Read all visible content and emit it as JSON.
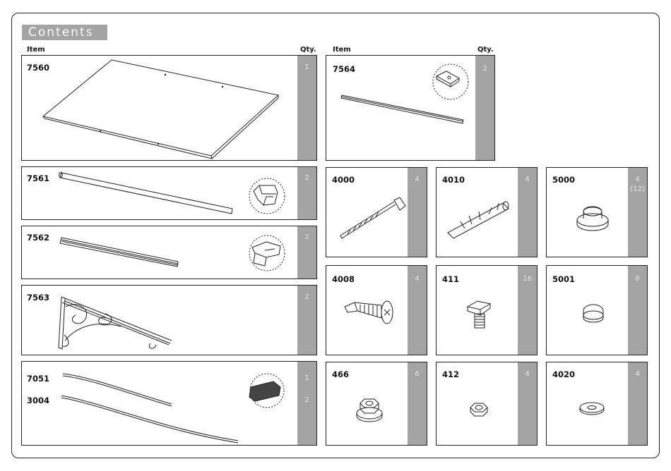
{
  "title": "Contents",
  "headers": {
    "item": "Item",
    "qty": "Qty."
  },
  "parts": {
    "p7560": {
      "code": "7560",
      "qty": "1"
    },
    "p7564": {
      "code": "7564",
      "qty": "2"
    },
    "p7561": {
      "code": "7561",
      "qty": "2"
    },
    "p7562": {
      "code": "7562",
      "qty": "2"
    },
    "p7563": {
      "code": "7563",
      "qty": "2"
    },
    "p7051": {
      "code": "7051",
      "qty": "1"
    },
    "p3004": {
      "code": "3004",
      "qty": "2"
    },
    "p4000": {
      "code": "4000",
      "qty": "4"
    },
    "p4010": {
      "code": "4010",
      "qty": "4"
    },
    "p5000": {
      "code": "5000",
      "qty": "4",
      "qty2": "(12)"
    },
    "p4008": {
      "code": "4008",
      "qty": "4"
    },
    "p411": {
      "code": "411",
      "qty": "16"
    },
    "p5001": {
      "code": "5001",
      "qty": "6"
    },
    "p466": {
      "code": "466",
      "qty": "6"
    },
    "p412": {
      "code": "412",
      "qty": "4"
    },
    "p4020": {
      "code": "4020",
      "qty": "4"
    }
  }
}
